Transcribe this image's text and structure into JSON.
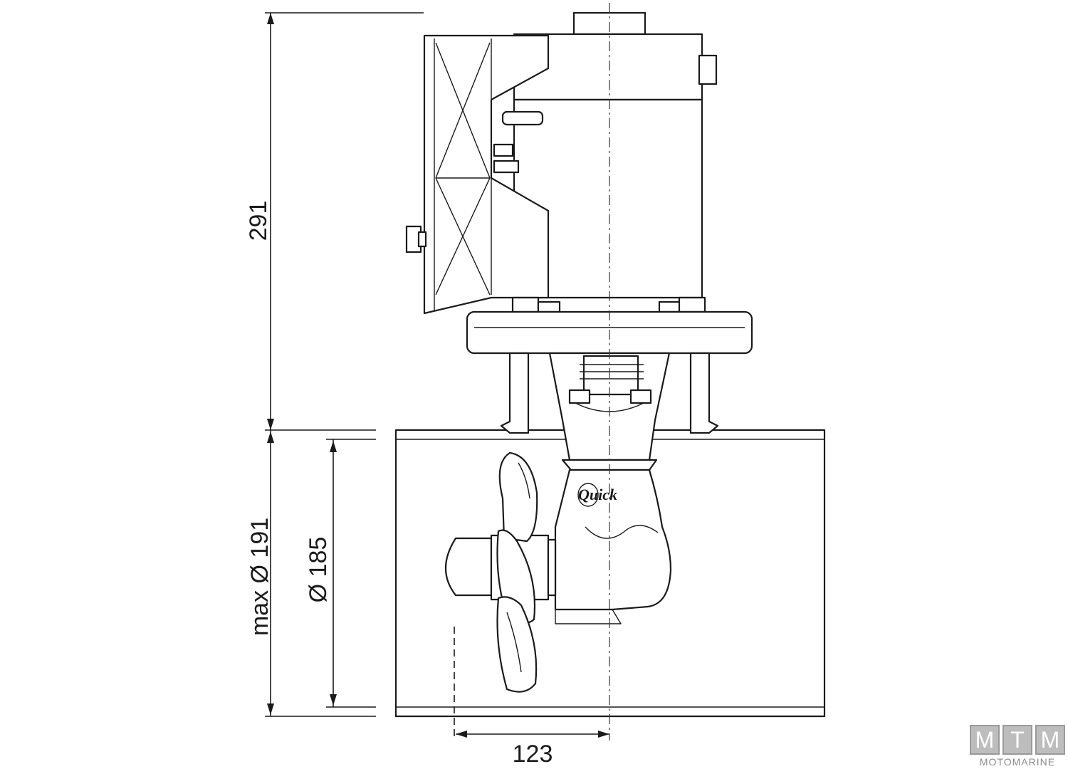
{
  "dimensions": {
    "total_height": "291",
    "tunnel_max_diameter": "max Ø 191",
    "tunnel_diameter": "Ø 185",
    "prop_offset": "123"
  },
  "labels": {
    "brand": "Quick"
  },
  "logo": {
    "letters": [
      "M",
      "T",
      "M"
    ],
    "subtitle": "MOTOMARINE"
  }
}
